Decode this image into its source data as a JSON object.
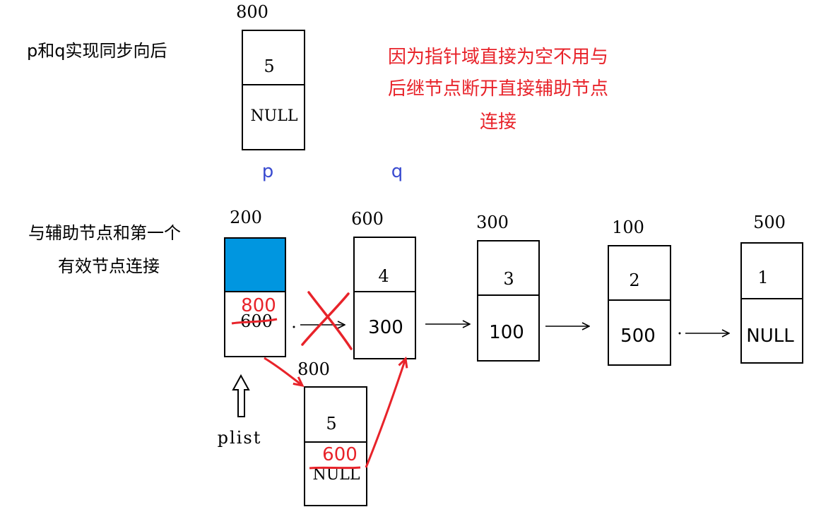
{
  "top_label": "p和q实现同步向后",
  "bottom_label": {
    "line1": "与辅助节点和第一个",
    "line2": "有效节点连接"
  },
  "note": {
    "line1": "因为指针域直接为空不用与",
    "line2": "后继节点断开直接辅助节点",
    "line3": "连接"
  },
  "pointer_p": "p",
  "pointer_q": "q",
  "plist_label": "plist",
  "top_node": {
    "addr": "800",
    "data": "5",
    "next": "NULL"
  },
  "head_node": {
    "addr": "200",
    "old_next": "600",
    "new_next": "800"
  },
  "chain": [
    {
      "addr": "600",
      "data": "4",
      "next": "300"
    },
    {
      "addr": "300",
      "data": "3",
      "next": "100"
    },
    {
      "addr": "100",
      "data": "2",
      "next": "500"
    },
    {
      "addr": "500",
      "data": "1",
      "next": "NULL"
    }
  ],
  "new_node": {
    "addr": "800",
    "data": "5",
    "old_next": "NULL",
    "new_next": "600"
  },
  "colors": {
    "head_fill": "#0096e0",
    "edit": "#e8232a",
    "pointer": "#3a4bd0",
    "ink": "#000000"
  }
}
